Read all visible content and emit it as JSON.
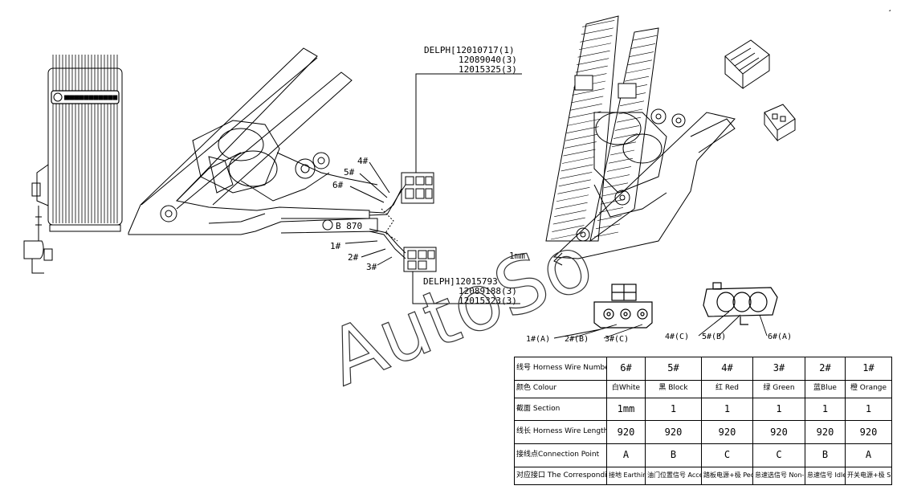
{
  "callouts": {
    "connector_top": [
      "DELPH[12010717(1)",
      "12089040(3)",
      "12015325(3)"
    ],
    "connector_bottom": [
      "DELPH]12015793",
      "12089188(3)",
      "12015323(3)"
    ],
    "wire_4": "4#",
    "wire_5": "5#",
    "wire_6": "6#",
    "wire_1": "1#",
    "wire_2": "2#",
    "wire_3": "3#",
    "sleeve": "B 870",
    "size": "1mm",
    "corner": "¸"
  },
  "pinouts": {
    "left": [
      "1#(A)",
      "2#(B)",
      "3#(C)"
    ],
    "right": [
      "4#(C)",
      "5#(B)",
      "6#(A)"
    ]
  },
  "watermark": "AutoSo",
  "table": {
    "rows": [
      {
        "header": "线号 Horness Wire Number",
        "cells": [
          "6#",
          "5#",
          "4#",
          "3#",
          "2#",
          "1#"
        ]
      },
      {
        "header": "颜色 Colour",
        "cells": [
          "白White",
          "黑 Block",
          "红 Red",
          "绿 Green",
          "蓝Blue",
          "橙 Orange"
        ]
      },
      {
        "header": "截面 Section",
        "cells": [
          "1mm",
          "1",
          "1",
          "1",
          "1",
          "1"
        ]
      },
      {
        "header": "线长 Horness Wire Length",
        "cells": [
          "920",
          "920",
          "920",
          "920",
          "920",
          "920"
        ]
      },
      {
        "header": "接线点Connection Point",
        "cells": [
          "A",
          "B",
          "C",
          "C",
          "B",
          "A"
        ]
      },
      {
        "header": "对应接口 The Corresponding Interfaces",
        "cells": [
          "接地 Earthing",
          "油门位置信号 Accelerator Pedal Position Signal",
          "踏板电源+极 Pedal Power + Pole",
          "怠速选信号 Non-idle Speed Signal",
          "怠速信号 Idle Speed Signal",
          "开关电源+极 Switch Power +Pole"
        ]
      }
    ]
  }
}
